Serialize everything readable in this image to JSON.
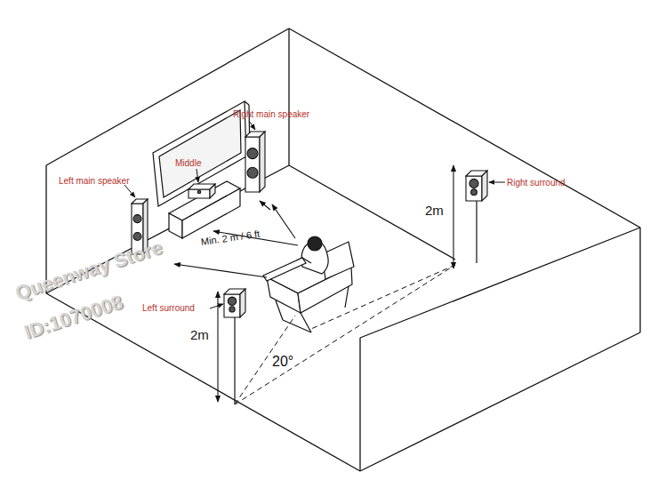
{
  "diagram": {
    "nodes": [
      {
        "text": [
          "Right main speaker"
        ]
      },
      {
        "text": [
          "Middle"
        ]
      },
      {
        "text": [
          "Left main speaker"
        ]
      },
      {
        "text": [
          "Right surround"
        ]
      },
      {
        "text": [
          "Left surround"
        ]
      }
    ],
    "labels": [
      "Min. 2 m / 6 ft",
      "2m",
      "2m",
      "20°",
      "Queenway Store",
      "ID:1070008"
    ]
  }
}
